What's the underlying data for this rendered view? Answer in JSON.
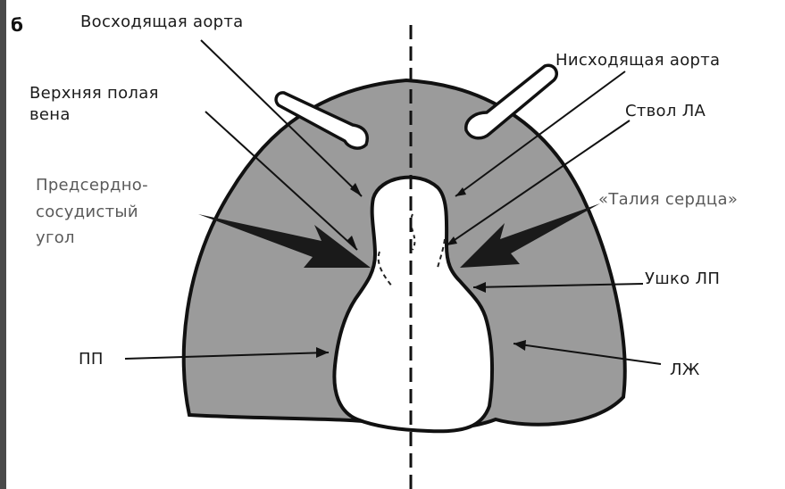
{
  "panel_letter": "б",
  "colors": {
    "lung_fill": "#9b9b9b",
    "outline": "#111111",
    "heart_fill": "#ffffff",
    "bar": "#4a4a4a"
  },
  "labels": {
    "ascending_aorta": "Восходящая аорта",
    "descending_aorta": "Нисходящая аорта",
    "svc_line1": "Верхняя полая",
    "svc_line2": "вена",
    "pa_trunk": "Ствол ЛА",
    "atriovascular_line1": "Предсердно-",
    "atriovascular_line2": "сосудистый",
    "atriovascular_line3": "угол",
    "cardiac_waist": "«Талия сердца»",
    "la_appendage": "Ушко ЛП",
    "ra": "ПП",
    "lv": "ЛЖ"
  }
}
